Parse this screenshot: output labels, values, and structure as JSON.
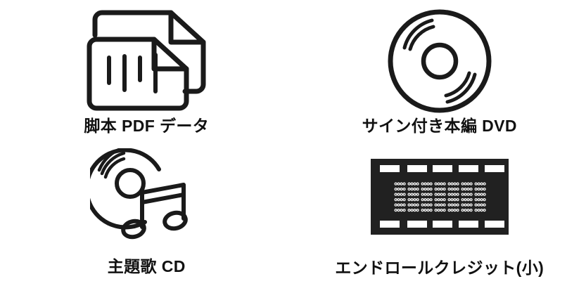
{
  "page": {
    "background_color": "#ffffff",
    "ink_color": "#1a1a1a",
    "layout": "2x2-grid"
  },
  "items": [
    {
      "id": "script-pdf",
      "label": "脚本 PDF データ",
      "icon_name": "documents-pdf-icon",
      "icon_description": "two overlapping sheets of paper with folded top-right corners and four vertical text lines"
    },
    {
      "id": "signed-dvd",
      "label": "サイン付き本編 DVD",
      "icon_name": "disc-dvd-icon",
      "icon_description": "optical disc with center hole and four shine arcs"
    },
    {
      "id": "theme-song-cd",
      "label": "主題歌 CD",
      "icon_name": "disc-music-note-icon",
      "icon_description": "compact disc with shine arcs overlapped by a beamed eighth-note pair"
    },
    {
      "id": "end-roll-credit",
      "label": "エンドロールクレジット(小)",
      "icon_name": "film-strip-credits-icon",
      "icon_description": "dark film frame with five sprocket holes top and bottom and rows of tiny credit text"
    }
  ]
}
